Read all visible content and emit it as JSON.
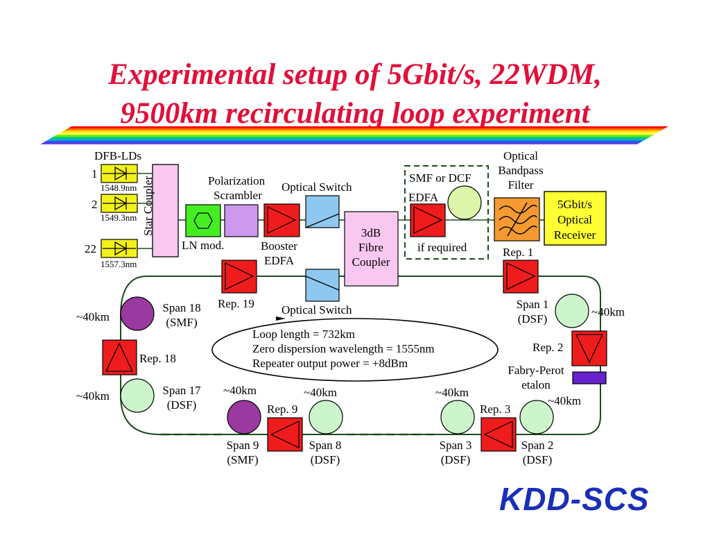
{
  "title": {
    "line1": "Experimental setup of 5Gbit/s, 22WDM,",
    "line2": "9500km recirculating loop experiment"
  },
  "colors": {
    "title": "#e0103a",
    "amplifier": "#ee1c1c",
    "laser": "#f2f21a",
    "coupler": "#f8c8f0",
    "switch": "#8ec8f0",
    "modulator": "#44ee22",
    "scrambler": "#cc99ee",
    "filter": "#f59a30",
    "receiver": "#ffff33",
    "dsf_fiber": "#ccf5cc",
    "smf_fiber": "#9a3aa0",
    "etalon": "#6622cc",
    "dcf_fiber": "#ddf5aa",
    "logo": "#1a2fb8"
  },
  "transmitter": {
    "dfb_label": "DFB-LDs",
    "lasers": [
      {
        "index": "1",
        "wavelength": "1548.9nm"
      },
      {
        "index": "2",
        "wavelength": "1549.3nm"
      },
      {
        "index": "22",
        "wavelength": "1557.3nm"
      }
    ],
    "star_coupler": "Star Coupler",
    "ln_mod": "LN mod.",
    "polarization_scrambler": [
      "Polarization",
      "Scrambler"
    ],
    "booster_edfa": [
      "Booster",
      "EDFA"
    ],
    "optical_switch_top": "Optical Switch",
    "optical_switch_bottom": "Optical Switch",
    "fibre_coupler": [
      "3dB",
      "Fibre",
      "Coupler"
    ]
  },
  "receiver_path": {
    "smf_or_dcf": "SMF or DCF",
    "edfa": "EDFA",
    "if_required": "if required",
    "optical_bandpass_filter": [
      "Optical",
      "Bandpass",
      "Filter"
    ],
    "receiver": [
      "5Gbit/s",
      "Optical",
      "Receiver"
    ]
  },
  "loop": {
    "info": [
      "Loop length = 732km",
      "Zero dispersion wavelength = 1555nm",
      "Repeater output power = +8dBm"
    ],
    "rep1": "Rep. 1",
    "rep2": "Rep. 2",
    "rep3": "Rep. 3",
    "rep9": "Rep. 9",
    "rep18": "Rep. 18",
    "rep19": "Rep. 19",
    "span1": [
      "Span 1",
      "(DSF)"
    ],
    "span2": [
      "Span 2",
      "(DSF)"
    ],
    "span3": [
      "Span 3",
      "(DSF)"
    ],
    "span8": [
      "Span 8",
      "(DSF)"
    ],
    "span9": [
      "Span 9",
      "(SMF)"
    ],
    "span17": [
      "Span 17",
      "(DSF)"
    ],
    "span18": [
      "Span 18",
      "(SMF)"
    ],
    "fabry_perot": [
      "Fabry-Perot",
      "etalon"
    ],
    "distance": "~40km"
  },
  "logo": "KDD-SCS"
}
